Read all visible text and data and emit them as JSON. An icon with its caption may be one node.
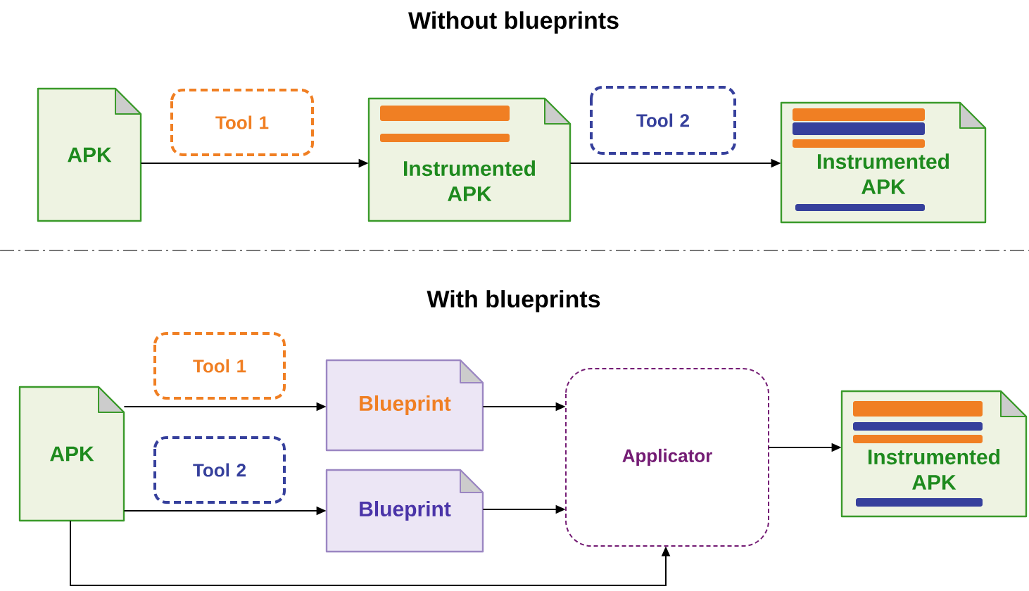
{
  "diagram": {
    "title": "Without blueprints",
    "nodes": [
      {
        "text": [
          "APK"
        ]
      },
      {
        "text": [
          "Tool 1"
        ]
      },
      {
        "text": [
          "Instrumented APK"
        ]
      },
      {
        "text": [
          "Tool 2"
        ]
      },
      {
        "text": [
          "Instrumented APK"
        ]
      },
      {
        "text": [
          "APK"
        ]
      },
      {
        "text": [
          "Tool 1"
        ]
      },
      {
        "text": [
          "Tool 2"
        ]
      },
      {
        "text": [
          "Blueprint"
        ]
      },
      {
        "text": [
          "Blueprint"
        ]
      },
      {
        "text": [
          "Applicator"
        ]
      },
      {
        "text": [
          "Instrumented APK"
        ]
      }
    ],
    "edges": [
      {
        "from": 0,
        "to": 2,
        "arrow": "to"
      },
      {
        "from": 2,
        "to": 4,
        "arrow": "to"
      },
      {
        "from": 5,
        "to": 8,
        "arrow": "to"
      },
      {
        "from": 5,
        "to": 9,
        "arrow": "to"
      },
      {
        "from": 8,
        "to": 10,
        "arrow": "to"
      },
      {
        "from": 9,
        "to": 10,
        "arrow": "to"
      },
      {
        "from": 10,
        "to": 11,
        "arrow": "to"
      },
      {
        "from": 5,
        "to": 10,
        "arrow": "to"
      }
    ],
    "labels": [
      "With blueprints"
    ]
  }
}
